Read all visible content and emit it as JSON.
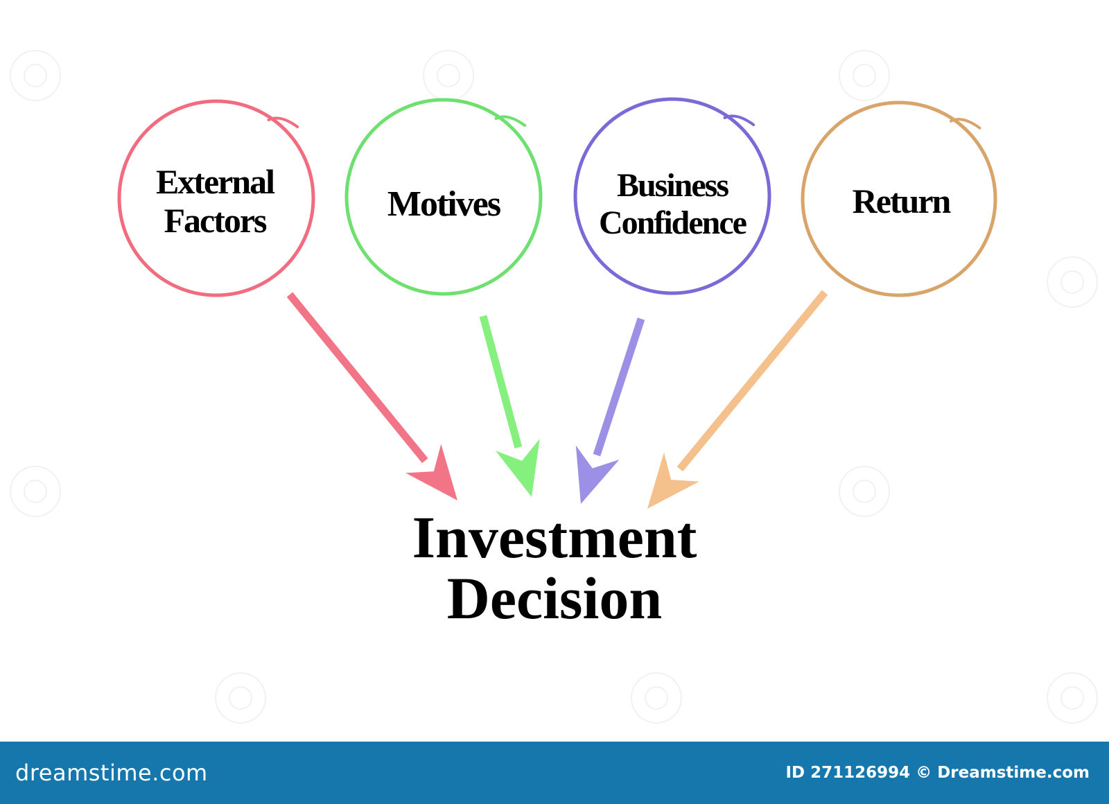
{
  "diagram": {
    "nodes": [
      {
        "id": "external-factors",
        "label": "External\nFactors",
        "color": "#f06c7e"
      },
      {
        "id": "motives",
        "label": "Motives",
        "color": "#6fe070"
      },
      {
        "id": "business-confidence",
        "label": "Business\nConfidence",
        "color": "#7a6ad8"
      },
      {
        "id": "return",
        "label": "Return",
        "color": "#d9a46a"
      }
    ],
    "arrow_colors": [
      "#f27587",
      "#86f07f",
      "#9b8fe6",
      "#f4c18c"
    ],
    "target": {
      "line1": "Investment",
      "line2": "Decision"
    }
  },
  "footer": {
    "brand": "dreamstime.com",
    "credit": "ID 271126994 © Dreamstime.com",
    "background": "#1677ad"
  }
}
